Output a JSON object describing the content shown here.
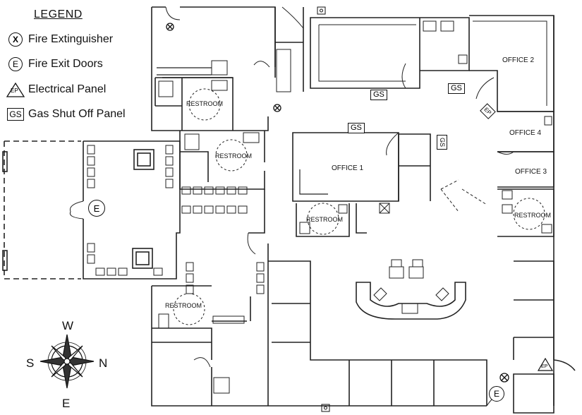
{
  "legend": {
    "title": "LEGEND",
    "items": [
      {
        "symbol": "X",
        "icon": "fire-extinguisher-icon",
        "label": "Fire Extinguisher"
      },
      {
        "symbol": "E",
        "icon": "fire-exit-door-icon",
        "label": "Fire Exit Doors"
      },
      {
        "symbol": "EP",
        "icon": "electrical-panel-icon",
        "label": "Electrical Panel"
      },
      {
        "symbol": "GS",
        "icon": "gas-shutoff-panel-icon",
        "label": "Gas Shut Off Panel"
      }
    ]
  },
  "rooms": {
    "restroom_1": "RESTROOM",
    "restroom_2": "RESTROOM",
    "restroom_3": "RESTROOM",
    "restroom_4": "RESTROOM",
    "restroom_5": "RESTROOM",
    "office_1": "OFFICE 1",
    "office_2": "OFFICE 2",
    "office_3": "OFFICE 3",
    "office_4": "OFFICE 4"
  },
  "markers": {
    "gs_1": "GS",
    "gs_2": "GS",
    "gs_3": "GS",
    "gs_4": "GS",
    "ep_1": "EP",
    "ep_2": "EP",
    "exit_1": "E",
    "exit_2": "E"
  },
  "compass": {
    "north": "N",
    "south": "S",
    "east": "E",
    "west": "W"
  }
}
